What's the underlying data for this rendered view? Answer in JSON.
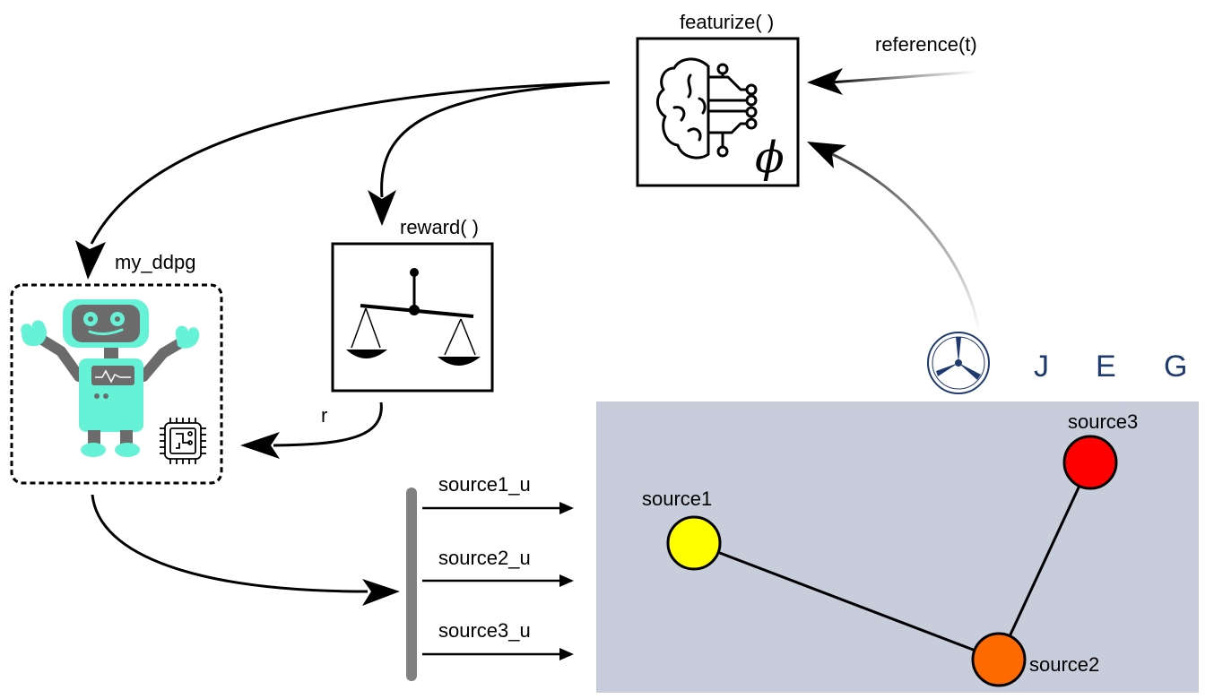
{
  "blocks": {
    "featurize": {
      "label": "featurize( )",
      "symbol": "ϕ",
      "icon": "brain-circuit-icon"
    },
    "reward": {
      "label": "reward( )",
      "icon": "balance-scale-icon"
    },
    "agent": {
      "label": "my_ddpg",
      "icon": "robot-icon",
      "chip_icon": "chip-icon"
    }
  },
  "signals": {
    "reference": "reference(t)",
    "reward_signal": "r",
    "actions": [
      "source1_u",
      "source2_u",
      "source3_u"
    ]
  },
  "logo": {
    "icon": "turbine-logo-icon",
    "letters": [
      "J",
      "E",
      "G"
    ],
    "color": "#1f3a6e"
  },
  "grid": {
    "background": "#c7cddb",
    "nodes": [
      {
        "name": "source1",
        "color": "#ffff00"
      },
      {
        "name": "source2",
        "color": "#ff6a00"
      },
      {
        "name": "source3",
        "color": "#ff0000"
      }
    ]
  },
  "colors": {
    "robot_body": "#66f2d6",
    "robot_gray": "#6b6b6b",
    "bus_bar": "#808080"
  }
}
